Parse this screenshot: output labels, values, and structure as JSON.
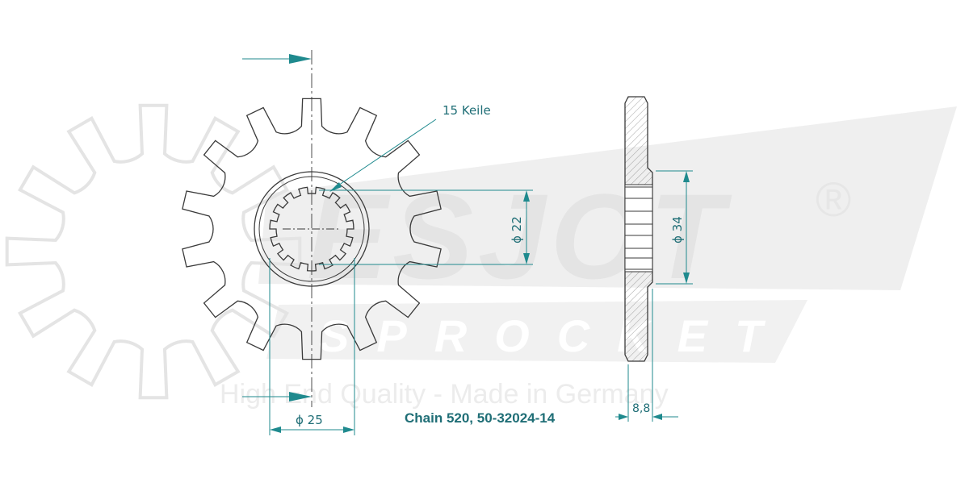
{
  "colors": {
    "line": "#3a3a3a",
    "dimension": "#1f8a8e",
    "dimension_text": "#1f6e76",
    "watermark": "#e7e7e7",
    "watermark_text": "#ececec",
    "hatch": "#8a8a8a"
  },
  "sprocket": {
    "teeth": 14,
    "splines_label": "15 Keile",
    "inner_diameter_label": "ϕ 22",
    "hub_diameter_label": "ϕ 25",
    "side_hub_diameter_label": "ϕ 34",
    "thickness_label": "8,8"
  },
  "caption": "Chain 520, 50-32024-14",
  "watermark": {
    "brand": "ESJOT",
    "registered": "®",
    "subtitle": "SPROCKETS",
    "tagline": "High End Quality - Made in Germany"
  }
}
